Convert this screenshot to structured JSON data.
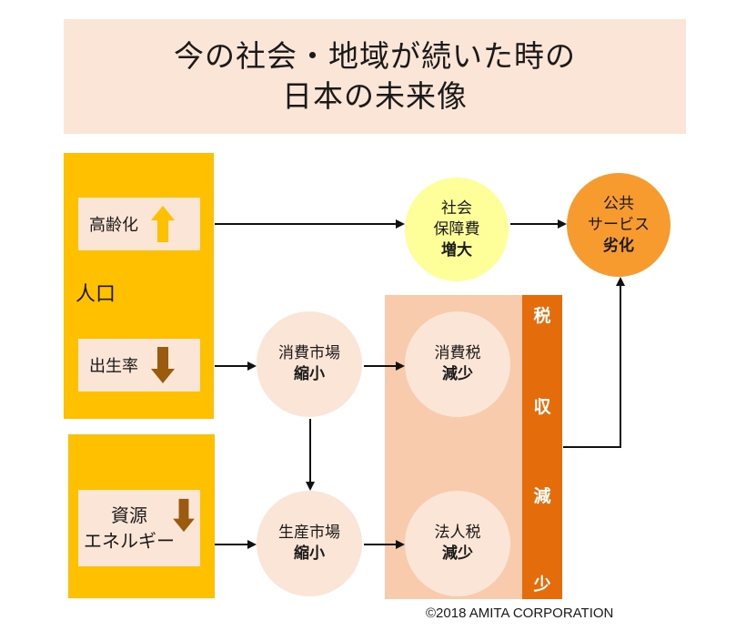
{
  "title": {
    "line1": "今の社会・地域が続いた時の",
    "line2": "日本の未来像"
  },
  "population": {
    "label": "人口",
    "aging": {
      "label": "高齢化",
      "trend": "up"
    },
    "birthrate": {
      "label": "出生率",
      "trend": "down"
    }
  },
  "resources": {
    "line1": "資源",
    "line2": "エネルギー",
    "trend": "down"
  },
  "nodes": {
    "social_security": {
      "line1": "社会",
      "line2": "保障費",
      "line3": "増大"
    },
    "public_services": {
      "line1": "公共",
      "line2": "サービス",
      "line3": "劣化"
    },
    "consumer_market": {
      "line1": "消費市場",
      "line2": "縮小"
    },
    "production_market": {
      "line1": "生産市場",
      "line2": "縮小"
    },
    "consumption_tax": {
      "line1": "消費税",
      "line2": "減少"
    },
    "corporate_tax": {
      "line1": "法人税",
      "line2": "減少"
    }
  },
  "tax_revenue": {
    "chars": [
      "税",
      "収",
      "減",
      "少"
    ]
  },
  "copyright": "©2018  AMITA CORPORATION",
  "colors": {
    "title_bg": "#fbe5d6",
    "block": "#ffc000",
    "up_arrow": "#ffc000",
    "down_arrow": "#9c5a0f",
    "tax_band": "#f8cbad",
    "tax_bar": "#e46c0a",
    "social_security": "#ffff99",
    "public_services": "#f79b2e"
  }
}
